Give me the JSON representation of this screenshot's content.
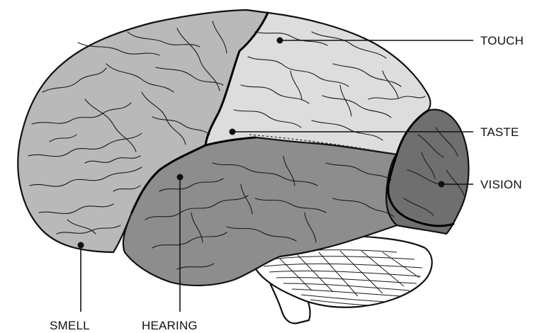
{
  "labels": {
    "touch": "TOUCH",
    "taste": "TASTE",
    "vision": "VISION",
    "smell": "SMELL",
    "hearing": "HEARING"
  },
  "colors": {
    "frontal": "#b9b9b9",
    "parietal": "#dddddd",
    "temporal": "#8d8d8d",
    "occipital": "#6f6f6f",
    "cerebellum": "#ffffff",
    "outline": "#111111"
  }
}
